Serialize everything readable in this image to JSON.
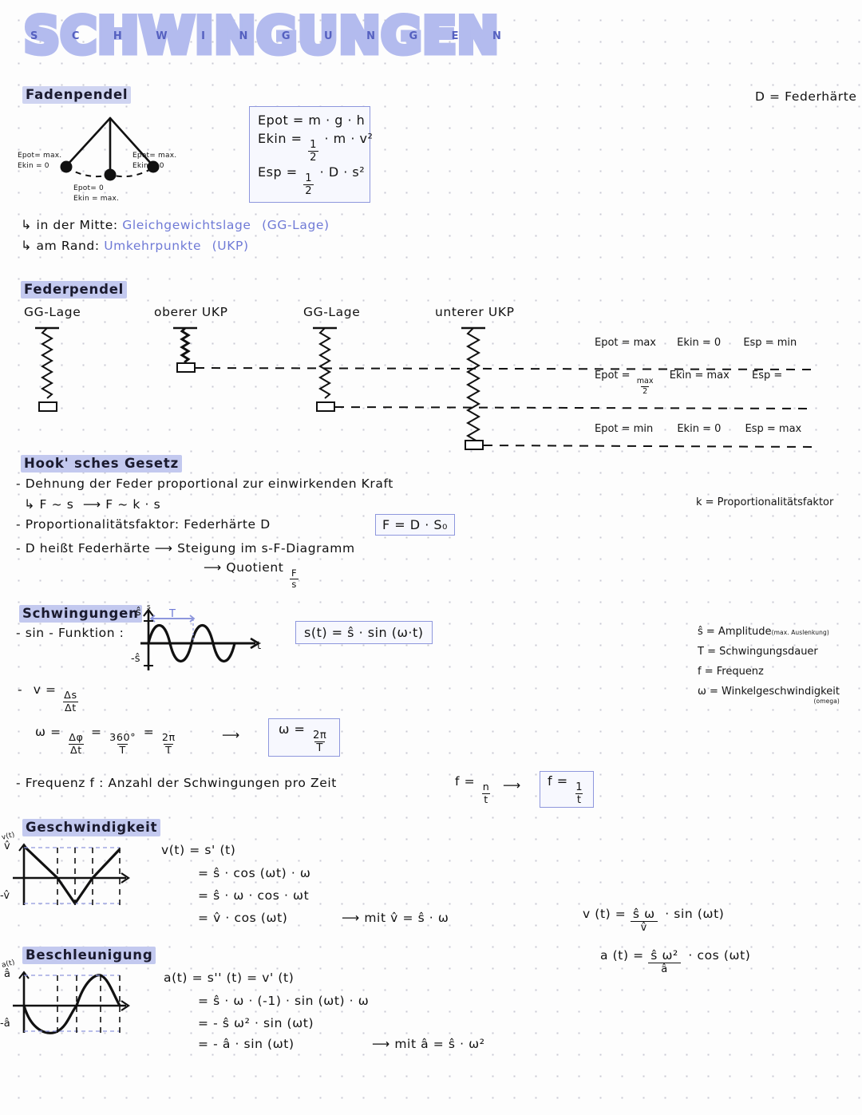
{
  "title": {
    "big": "SCHWINGUNGEN",
    "small": "SCHWINGUNGEN"
  },
  "top_right_note": "D = Federhärte",
  "fadenpendel": {
    "heading": "Fadenpendel",
    "labels": {
      "left": [
        "Epot= max.",
        "Ekin = 0"
      ],
      "right": [
        "Epot= max.",
        "Ekin = 0"
      ],
      "middle": [
        "Epot= 0",
        "Ekin = max."
      ]
    },
    "energy_box": [
      {
        "lhs": "Epot",
        "eq": "=",
        "rhs": "m · g · h"
      },
      {
        "lhs": "Ekin",
        "eq": "=",
        "rhs": "· m · v²",
        "frac": [
          "1",
          "2"
        ]
      },
      {
        "lhs": "Esp",
        "eq": "=",
        "rhs": "· D · s²",
        "frac": [
          "1",
          "2"
        ]
      }
    ],
    "bullets": [
      {
        "lead": "in der Mitte:",
        "blue": "Gleichgewichtslage",
        "blue2": "(GG-Lage)"
      },
      {
        "lead": "am Rand:",
        "blue": "Umkehrpunkte",
        "blue2": "(UKP)"
      }
    ]
  },
  "federpendel": {
    "heading": "Federpendel",
    "states": [
      "GG-Lage",
      "oberer UKP",
      "GG-Lage",
      "unterer UKP"
    ],
    "rows": [
      {
        "epot": "Epot = max",
        "ekin": "Ekin = 0",
        "esp": "Esp = min"
      },
      {
        "epot": "Epot =",
        "epot_frac": [
          "max",
          "2"
        ],
        "ekin": "Ekin = max",
        "esp": "Esp ="
      },
      {
        "epot": "Epot = min",
        "ekin": "Ekin = 0",
        "esp": "Esp = max"
      }
    ]
  },
  "hooke": {
    "heading": "Hook' sches  Gesetz",
    "lines": [
      "- Dehnung der Feder proportional zur einwirkenden Kraft",
      "F ~ s₀    ⟶  F ~ k · s₀",
      "- Proportionalitätsfaktor: Federhärte D",
      "- D heißt Federhärte  ⟶ Steigung im s-F-Diagramm",
      "⟶ Quotient"
    ],
    "line2_prefix": "F ~ s",
    "line2_mid": "⟶ F ~ k · s",
    "quotient_frac": [
      "F",
      "s"
    ],
    "box": "F = D · S₀",
    "side_note": "k = Proportionalitätsfaktor"
  },
  "schwingungen": {
    "heading": "Schwingungen",
    "subline": "- sin - Funktion :",
    "graph": {
      "y_top": "ŝ",
      "y_bottom": "-ŝ",
      "x_label": "t",
      "period_label": "T",
      "y_axis_label": "s"
    },
    "box_st": "s(t) = ŝ · sin (ω·t)",
    "v_def_lhs": "v =",
    "v_def_frac": [
      "Δs",
      "Δt"
    ],
    "omega_line": {
      "lhs": "ω =",
      "f1": [
        "Δφ",
        "Δt"
      ],
      "eq1": "=",
      "f2": [
        "360°",
        "T"
      ],
      "eq2": "=",
      "f3": [
        "2π",
        "T"
      ]
    },
    "omega_box": {
      "lhs": "ω =",
      "frac": [
        "2π",
        "T"
      ]
    },
    "freq_line": "- Frequenz f : Anzahl der Schwingungen pro Zeit",
    "freq_frac_lhs": "f =",
    "freq_frac": [
      "n",
      "t"
    ],
    "freq_box_lhs": "f =",
    "freq_box_frac": [
      "1",
      "t"
    ],
    "legend": [
      {
        "sym": "ŝ = Amplitude",
        "note": "(max. Auslenkung)"
      },
      {
        "sym": "T = Schwingungsdauer",
        "note": ""
      },
      {
        "sym": "f = Frequenz",
        "note": ""
      },
      {
        "sym": "ω = Winkelgeschwindigkeit",
        "note": "(omega)"
      }
    ]
  },
  "geschwindigkeit": {
    "heading": "Geschwindigkeit",
    "graph": {
      "y_label": "v(t)",
      "y_top": "v̂",
      "y_bottom": "-v̂"
    },
    "lines": [
      "v(t) = s' (t)",
      "= ŝ · cos (ωt) · ω",
      "= ŝ · ω · cos · ωt",
      "= v̂ · cos (ωt)"
    ],
    "note": "⟶ mit  v̂ = ŝ · ω",
    "side_formula": {
      "lhs": "v (t) =",
      "brace": "ŝ ω",
      "under": "v̂",
      "rhs": "· sin (ωt)"
    }
  },
  "beschleunigung": {
    "heading": "Beschleunigung",
    "graph": {
      "y_label": "a(t)",
      "y_top": "â",
      "y_bottom": "-â"
    },
    "lines": [
      "a(t) = s'' (t) = v' (t)",
      "= ŝ · ω · (-1) · sin (ωt) · ω",
      "= - ŝ ω² · sin (ωt)",
      "= - â · sin (ωt)"
    ],
    "note": "⟶ mit  â = ŝ · ω²",
    "side_formula": {
      "lhs": "a (t) =",
      "brace": "ŝ ω²",
      "under": "â",
      "rhs": "· cos (ωt)"
    }
  },
  "colors": {
    "accent": "#b3bbee",
    "highlight": "#c3c9ef",
    "blue_text": "#6f7ad6",
    "box_border": "#8e97dd",
    "ink": "#111111"
  }
}
